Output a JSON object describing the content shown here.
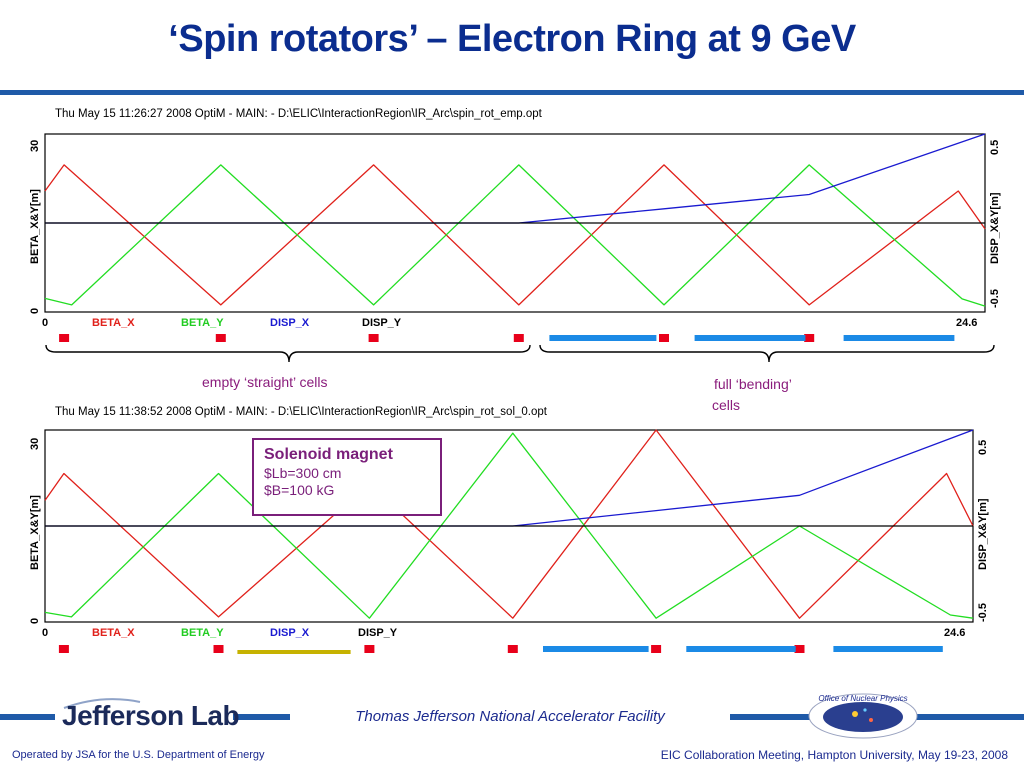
{
  "slide": {
    "title": "‘Spin rotators’ – Electron Ring at 9 GeV",
    "footer_left": "Operated by JSA for the U.S. Department of Energy",
    "footer_center": "Thomas Jefferson National Accelerator Facility",
    "footer_right": "EIC Collaboration Meeting, Hampton University, May 19-23, 2008",
    "logo_text": "Jefferson Lab",
    "logo2_text": "Office of Nuclear Physics"
  },
  "annotations": {
    "straight": "empty ‘straight’  cells",
    "bending": "full ‘bending’",
    "bending2": "cells",
    "solenoid_title": "Solenoid magnet",
    "solenoid_lb": "$Lb=300 cm",
    "solenoid_b": "$B=100 kG"
  },
  "colors": {
    "beta_x": "#e0211b",
    "beta_y": "#22dd22",
    "disp_x": "#1a1ad0",
    "disp_y": "#000000",
    "dipole": "#e8001a",
    "bending_block": "#1b8ae6",
    "solenoid_block": "#c6b200",
    "title": "#0b2d8f",
    "annotation": "#8a1c7c"
  },
  "chart_data": [
    {
      "type": "line",
      "header": "Thu May 15 11:26:27 2008     OptiM - MAIN: - D:\\ELIC\\InteractionRegion\\IR_Arc\\spin_rot_emp.opt",
      "xlabel": "",
      "x_ticks": [
        "0",
        "24.6"
      ],
      "xlim": [
        0,
        24.6
      ],
      "ylabel_left": "BETA_X&Y[m]",
      "ylim_left": [
        0,
        30
      ],
      "yticks_left": [
        "0",
        "30"
      ],
      "ylabel_right": "DISP_X&Y[m]",
      "ylim_right": [
        -0.5,
        0.5
      ],
      "yticks_right": [
        "-0.5",
        "0.5"
      ],
      "legend": [
        "BETA_X",
        "BETA_Y",
        "DISP_X",
        "DISP_Y"
      ],
      "series": [
        {
          "name": "BETA_X",
          "axis": "left",
          "x": [
            0,
            0.5,
            4.6,
            8.6,
            12.4,
            16.2,
            20.0,
            23.9,
            24.6
          ],
          "y": [
            20.4,
            24.8,
            1.2,
            24.8,
            1.2,
            24.8,
            1.2,
            20.4,
            14.0
          ]
        },
        {
          "name": "BETA_Y",
          "axis": "left",
          "x": [
            0,
            0.7,
            4.6,
            8.6,
            12.4,
            16.2,
            20.0,
            24.0,
            24.6
          ],
          "y": [
            2.3,
            1.2,
            24.8,
            1.2,
            24.8,
            1.2,
            24.8,
            2.2,
            1.0
          ]
        },
        {
          "name": "DISP_X",
          "axis": "right",
          "x": [
            0,
            12.4,
            16.2,
            20.0,
            24.6
          ],
          "y": [
            0.0,
            0.0,
            0.08,
            0.16,
            0.5
          ]
        },
        {
          "name": "DISP_Y",
          "axis": "right",
          "x": [
            0,
            24.6
          ],
          "y": [
            0.0,
            0.0
          ]
        }
      ],
      "elements": {
        "dipoles_x": [
          0.5,
          4.6,
          8.6,
          12.4,
          16.2,
          20.0
        ],
        "bending_blocks": [
          [
            13.2,
            16.0
          ],
          [
            17.0,
            19.9
          ],
          [
            20.9,
            23.8
          ]
        ],
        "solenoid_blocks": []
      }
    },
    {
      "type": "line",
      "header": "Thu May 15 11:38:52 2008     OptiM - MAIN: - D:\\ELIC\\InteractionRegion\\IR_Arc\\spin_rot_sol_0.opt",
      "xlabel": "",
      "x_ticks": [
        "0",
        "24.6"
      ],
      "xlim": [
        0,
        24.6
      ],
      "ylabel_left": "BETA_X&Y[m]",
      "ylim_left": [
        0,
        30
      ],
      "yticks_left": [
        "0",
        "30"
      ],
      "ylabel_right": "DISP_X&Y[m]",
      "ylim_right": [
        -0.5,
        0.5
      ],
      "yticks_right": [
        "-0.5",
        "0.5"
      ],
      "legend": [
        "BETA_X",
        "BETA_Y",
        "DISP_X",
        "DISP_Y"
      ],
      "series": [
        {
          "name": "BETA_X",
          "axis": "left",
          "x": [
            0,
            0.5,
            4.6,
            8.6,
            12.4,
            16.2,
            20.0,
            23.9,
            24.6
          ],
          "y": [
            19.0,
            23.2,
            0.8,
            21.6,
            0.6,
            30.0,
            0.6,
            23.2,
            15.0
          ]
        },
        {
          "name": "BETA_Y",
          "axis": "left",
          "x": [
            0,
            0.7,
            4.6,
            8.6,
            12.4,
            16.2,
            20.0,
            24.0,
            24.6
          ],
          "y": [
            1.5,
            0.8,
            23.2,
            0.6,
            29.5,
            0.6,
            15.0,
            1.1,
            0.6
          ]
        },
        {
          "name": "DISP_X",
          "axis": "right",
          "x": [
            0,
            12.4,
            16.2,
            20.0,
            24.6
          ],
          "y": [
            0.0,
            0.0,
            0.08,
            0.16,
            0.5
          ]
        },
        {
          "name": "DISP_Y",
          "axis": "right",
          "x": [
            0,
            24.6
          ],
          "y": [
            0.0,
            0.0
          ]
        }
      ],
      "elements": {
        "dipoles_x": [
          0.5,
          4.6,
          8.6,
          12.4,
          16.2,
          20.0
        ],
        "bending_blocks": [
          [
            13.2,
            16.0
          ],
          [
            17.0,
            19.9
          ],
          [
            20.9,
            23.8
          ]
        ],
        "solenoid_blocks": [
          [
            5.1,
            8.1
          ]
        ]
      }
    }
  ]
}
